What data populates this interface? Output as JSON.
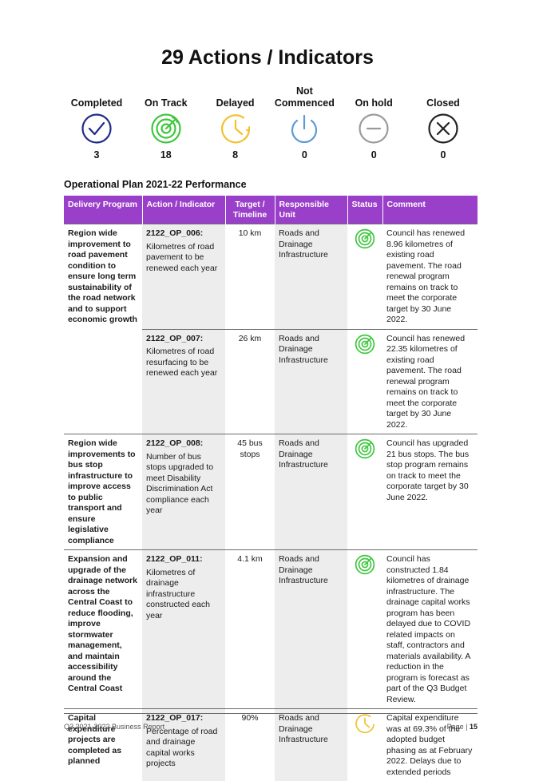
{
  "title": "29 Actions / Indicators",
  "summary": [
    {
      "label": "Completed",
      "count": "3",
      "icon": "check-circle-icon",
      "color": "#1f2a8a"
    },
    {
      "label": "On Track",
      "count": "18",
      "icon": "target-icon",
      "color": "#3ec63e"
    },
    {
      "label": "Delayed",
      "count": "8",
      "icon": "clock-icon",
      "color": "#f2c12e"
    },
    {
      "label": "Not Commenced",
      "count": "0",
      "icon": "power-icon",
      "color": "#5b9bd5"
    },
    {
      "label": "On hold",
      "count": "0",
      "icon": "minus-circle-icon",
      "color": "#9a9a9a"
    },
    {
      "label": "Closed",
      "count": "0",
      "icon": "x-circle-icon",
      "color": "#222222"
    }
  ],
  "section_title": "Operational Plan 2021-22 Performance",
  "table": {
    "headers": {
      "program": "Delivery Program",
      "action": "Action / Indicator",
      "target": "Target / Timeline",
      "responsible": "Responsible Unit",
      "status": "Status",
      "comment": "Comment"
    },
    "status_colors": {
      "on_track": "#3ec63e",
      "delayed": "#f2c12e",
      "header_bg": "#9a3fc9"
    },
    "rows": [
      {
        "program": "Region wide improvement to road pavement condition to ensure long term sustainability of the road network and to support economic growth",
        "code": "2122_OP_006:",
        "action": "Kilometres of road pavement to be renewed each year",
        "target": "10 km",
        "responsible": "Roads and Drainage Infrastructure",
        "status": "on-track",
        "comment": "Council has renewed 8.96 kilometres of existing road pavement. The road renewal program remains on track to meet the corporate target by 30 June 2022."
      },
      {
        "program": "",
        "code": "2122_OP_007:",
        "action": "Kilometres of road resurfacing to be renewed each year",
        "target": "26 km",
        "responsible": "Roads and Drainage Infrastructure",
        "status": "on-track",
        "comment": "Council has renewed 22.35 kilometres of existing road pavement. The road renewal program remains on track to meet the corporate target by 30 June 2022."
      },
      {
        "program": "Region wide improvements to bus stop infrastructure to improve access to public transport and ensure legislative compliance",
        "code": "2122_OP_008:",
        "action": "Number of bus stops upgraded to meet Disability Discrimination Act compliance each year",
        "target": "45 bus stops",
        "responsible": "Roads and Drainage Infrastructure",
        "status": "on-track",
        "comment": "Council has upgraded 21 bus stops. The bus stop program remains on track to meet the corporate target by 30 June 2022."
      },
      {
        "program": "Expansion and upgrade of the drainage network across the Central Coast to reduce flooding, improve stormwater management, and maintain accessibility around the Central Coast",
        "code": "2122_OP_011:",
        "action": "Kilometres of drainage infrastructure constructed each year",
        "target": "4.1 km",
        "responsible": "Roads and Drainage Infrastructure",
        "status": "on-track",
        "comment": "Council has constructed 1.84 kilometres of drainage infrastructure. The drainage capital works program has been delayed due to COVID related impacts on staff, contractors and materials availability. A reduction in the program is forecast as part of the Q3 Budget Review."
      },
      {
        "program": "Capital expenditure projects are completed as planned",
        "code": "2122_OP_017:",
        "action": "Percentage of road and drainage capital works projects",
        "target": "90%",
        "responsible": "Roads and Drainage Infrastructure",
        "status": "delayed",
        "comment": "Capital expenditure was at 69.3% of the adopted budget phasing as at February 2022. Delays due to extended periods"
      }
    ]
  },
  "footer": {
    "left": "Q3 2021-2022 Business Report",
    "page_label": "Page |",
    "page_number": "15"
  }
}
